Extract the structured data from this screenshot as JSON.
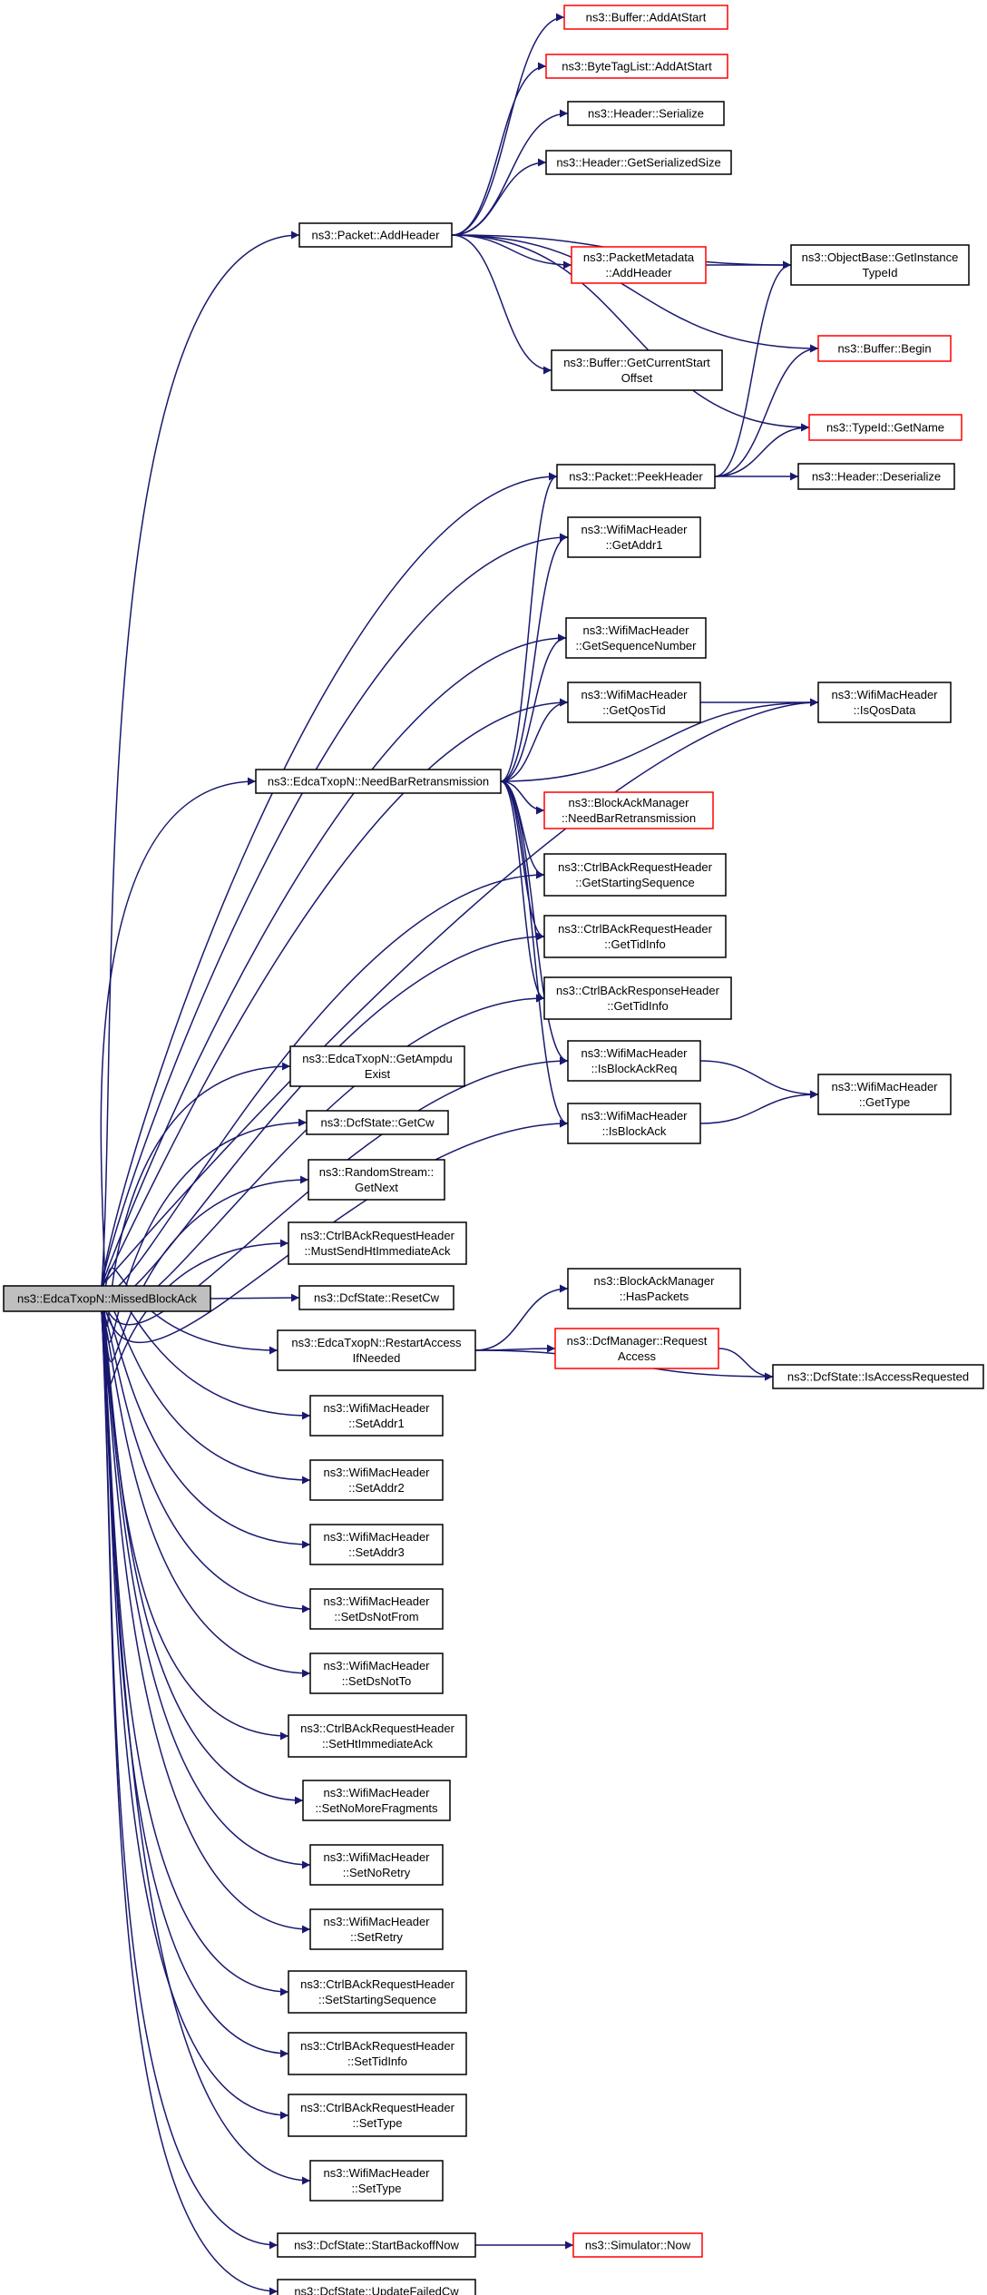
{
  "colors": {
    "edge": "#191970",
    "border_normal": "#000000",
    "border_red": "#ff0000",
    "root_fill": "#bfbfbf",
    "node_fill": "#ffffff"
  },
  "root": "ns3::EdcaTxopN::MissedBlockAck",
  "nodes": [
    {
      "id": "root",
      "lines": [
        "ns3::EdcaTxopN::MissedBlockAck"
      ],
      "style": "root"
    },
    {
      "id": "buf_addatstart",
      "lines": [
        "ns3::Buffer::AddAtStart"
      ],
      "style": "red"
    },
    {
      "id": "btl_addatstart",
      "lines": [
        "ns3::ByteTagList::AddAtStart"
      ],
      "style": "red"
    },
    {
      "id": "hdr_serialize",
      "lines": [
        "ns3::Header::Serialize"
      ],
      "style": "normal"
    },
    {
      "id": "hdr_getsersize",
      "lines": [
        "ns3::Header::GetSerializedSize"
      ],
      "style": "normal"
    },
    {
      "id": "pkt_addheader",
      "lines": [
        "ns3::Packet::AddHeader"
      ],
      "style": "normal"
    },
    {
      "id": "pm_addheader",
      "lines": [
        "ns3::PacketMetadata",
        "::AddHeader"
      ],
      "style": "red"
    },
    {
      "id": "ob_getinst",
      "lines": [
        "ns3::ObjectBase::GetInstance",
        "TypeId"
      ],
      "style": "normal"
    },
    {
      "id": "buf_begin",
      "lines": [
        "ns3::Buffer::Begin"
      ],
      "style": "red"
    },
    {
      "id": "buf_getcurstart",
      "lines": [
        "ns3::Buffer::GetCurrentStart",
        "Offset"
      ],
      "style": "normal"
    },
    {
      "id": "typeid_getname",
      "lines": [
        "ns3::TypeId::GetName"
      ],
      "style": "red"
    },
    {
      "id": "pkt_peekheader",
      "lines": [
        "ns3::Packet::PeekHeader"
      ],
      "style": "normal"
    },
    {
      "id": "hdr_deserialize",
      "lines": [
        "ns3::Header::Deserialize"
      ],
      "style": "normal"
    },
    {
      "id": "wmh_getaddr1",
      "lines": [
        "ns3::WifiMacHeader",
        "::GetAddr1"
      ],
      "style": "normal"
    },
    {
      "id": "wmh_getseqnum",
      "lines": [
        "ns3::WifiMacHeader",
        "::GetSequenceNumber"
      ],
      "style": "normal"
    },
    {
      "id": "wmh_getqostid",
      "lines": [
        "ns3::WifiMacHeader",
        "::GetQosTid"
      ],
      "style": "normal"
    },
    {
      "id": "wmh_isqosdata",
      "lines": [
        "ns3::WifiMacHeader",
        "::IsQosData"
      ],
      "style": "normal"
    },
    {
      "id": "edca_needbar",
      "lines": [
        "ns3::EdcaTxopN::NeedBarRetransmission"
      ],
      "style": "normal"
    },
    {
      "id": "bam_needbar",
      "lines": [
        "ns3::BlockAckManager",
        "::NeedBarRetransmission"
      ],
      "style": "red"
    },
    {
      "id": "cbarh_getstartseq",
      "lines": [
        "ns3::CtrlBAckRequestHeader",
        "::GetStartingSequence"
      ],
      "style": "normal"
    },
    {
      "id": "cbarh_gettidinfo",
      "lines": [
        "ns3::CtrlBAckRequestHeader",
        "::GetTidInfo"
      ],
      "style": "normal"
    },
    {
      "id": "cbaresp_gettidinfo",
      "lines": [
        "ns3::CtrlBAckResponseHeader",
        "::GetTidInfo"
      ],
      "style": "normal"
    },
    {
      "id": "wmh_isbaReq",
      "lines": [
        "ns3::WifiMacHeader",
        "::IsBlockAckReq"
      ],
      "style": "normal"
    },
    {
      "id": "wmh_gettype",
      "lines": [
        "ns3::WifiMacHeader",
        "::GetType"
      ],
      "style": "normal"
    },
    {
      "id": "wmh_isba",
      "lines": [
        "ns3::WifiMacHeader",
        "::IsBlockAck"
      ],
      "style": "normal"
    },
    {
      "id": "edca_getampdu",
      "lines": [
        "ns3::EdcaTxopN::GetAmpdu",
        "Exist"
      ],
      "style": "normal"
    },
    {
      "id": "dcf_getcw",
      "lines": [
        "ns3::DcfState::GetCw"
      ],
      "style": "normal"
    },
    {
      "id": "rs_getnext",
      "lines": [
        "ns3::RandomStream::",
        "GetNext"
      ],
      "style": "normal"
    },
    {
      "id": "cbarh_mustsend",
      "lines": [
        "ns3::CtrlBAckRequestHeader",
        "::MustSendHtImmediateAck"
      ],
      "style": "normal"
    },
    {
      "id": "dcf_resetcw",
      "lines": [
        "ns3::DcfState::ResetCw"
      ],
      "style": "normal"
    },
    {
      "id": "bam_haspackets",
      "lines": [
        "ns3::BlockAckManager",
        "::HasPackets"
      ],
      "style": "normal"
    },
    {
      "id": "edca_restart",
      "lines": [
        "ns3::EdcaTxopN::RestartAccess",
        "IfNeeded"
      ],
      "style": "normal"
    },
    {
      "id": "dcfm_reqaccess",
      "lines": [
        "ns3::DcfManager::Request",
        "Access"
      ],
      "style": "red"
    },
    {
      "id": "dcf_isaccessreq",
      "lines": [
        "ns3::DcfState::IsAccessRequested"
      ],
      "style": "normal"
    },
    {
      "id": "wmh_setaddr1",
      "lines": [
        "ns3::WifiMacHeader",
        "::SetAddr1"
      ],
      "style": "normal"
    },
    {
      "id": "wmh_setaddr2",
      "lines": [
        "ns3::WifiMacHeader",
        "::SetAddr2"
      ],
      "style": "normal"
    },
    {
      "id": "wmh_setaddr3",
      "lines": [
        "ns3::WifiMacHeader",
        "::SetAddr3"
      ],
      "style": "normal"
    },
    {
      "id": "wmh_setdsnotfrom",
      "lines": [
        "ns3::WifiMacHeader",
        "::SetDsNotFrom"
      ],
      "style": "normal"
    },
    {
      "id": "wmh_setdsnotto",
      "lines": [
        "ns3::WifiMacHeader",
        "::SetDsNotTo"
      ],
      "style": "normal"
    },
    {
      "id": "cbarh_sethtimm",
      "lines": [
        "ns3::CtrlBAckRequestHeader",
        "::SetHtImmediateAck"
      ],
      "style": "normal"
    },
    {
      "id": "wmh_setnomorefrag",
      "lines": [
        "ns3::WifiMacHeader",
        "::SetNoMoreFragments"
      ],
      "style": "normal"
    },
    {
      "id": "wmh_setnoretry",
      "lines": [
        "ns3::WifiMacHeader",
        "::SetNoRetry"
      ],
      "style": "normal"
    },
    {
      "id": "wmh_setretry",
      "lines": [
        "ns3::WifiMacHeader",
        "::SetRetry"
      ],
      "style": "normal"
    },
    {
      "id": "cbarh_setstartseq",
      "lines": [
        "ns3::CtrlBAckRequestHeader",
        "::SetStartingSequence"
      ],
      "style": "normal"
    },
    {
      "id": "cbarh_settidinfo",
      "lines": [
        "ns3::CtrlBAckRequestHeader",
        "::SetTidInfo"
      ],
      "style": "normal"
    },
    {
      "id": "cbarh_settype",
      "lines": [
        "ns3::CtrlBAckRequestHeader",
        "::SetType"
      ],
      "style": "normal"
    },
    {
      "id": "wmh_settype",
      "lines": [
        "ns3::WifiMacHeader",
        "::SetType"
      ],
      "style": "normal"
    },
    {
      "id": "dcf_startbackoff",
      "lines": [
        "ns3::DcfState::StartBackoffNow"
      ],
      "style": "normal"
    },
    {
      "id": "sim_now",
      "lines": [
        "ns3::Simulator::Now"
      ],
      "style": "red"
    },
    {
      "id": "dcf_updatefailedcw",
      "lines": [
        "ns3::DcfState::UpdateFailedCw"
      ],
      "style": "normal"
    }
  ],
  "edges": [
    [
      "root",
      "pkt_addheader"
    ],
    [
      "root",
      "pkt_peekheader"
    ],
    [
      "root",
      "wmh_isqosdata"
    ],
    [
      "root",
      "wmh_getaddr1"
    ],
    [
      "root",
      "wmh_getseqnum"
    ],
    [
      "root",
      "wmh_getqostid"
    ],
    [
      "root",
      "edca_needbar"
    ],
    [
      "root",
      "cbarh_getstartseq"
    ],
    [
      "root",
      "cbarh_gettidinfo"
    ],
    [
      "root",
      "cbaresp_gettidinfo"
    ],
    [
      "root",
      "wmh_isbaReq"
    ],
    [
      "root",
      "wmh_isba"
    ],
    [
      "root",
      "edca_getampdu"
    ],
    [
      "root",
      "dcf_getcw"
    ],
    [
      "root",
      "rs_getnext"
    ],
    [
      "root",
      "cbarh_mustsend"
    ],
    [
      "root",
      "dcf_resetcw"
    ],
    [
      "root",
      "edca_restart"
    ],
    [
      "root",
      "wmh_setaddr1"
    ],
    [
      "root",
      "wmh_setaddr2"
    ],
    [
      "root",
      "wmh_setaddr3"
    ],
    [
      "root",
      "wmh_setdsnotfrom"
    ],
    [
      "root",
      "wmh_setdsnotto"
    ],
    [
      "root",
      "cbarh_sethtimm"
    ],
    [
      "root",
      "wmh_setnomorefrag"
    ],
    [
      "root",
      "wmh_setnoretry"
    ],
    [
      "root",
      "wmh_setretry"
    ],
    [
      "root",
      "cbarh_setstartseq"
    ],
    [
      "root",
      "cbarh_settidinfo"
    ],
    [
      "root",
      "cbarh_settype"
    ],
    [
      "root",
      "wmh_settype"
    ],
    [
      "root",
      "dcf_startbackoff"
    ],
    [
      "root",
      "dcf_updatefailedcw"
    ],
    [
      "pkt_addheader",
      "buf_addatstart"
    ],
    [
      "pkt_addheader",
      "btl_addatstart"
    ],
    [
      "pkt_addheader",
      "hdr_serialize"
    ],
    [
      "pkt_addheader",
      "hdr_getsersize"
    ],
    [
      "pkt_addheader",
      "ob_getinst"
    ],
    [
      "pkt_addheader",
      "pm_addheader"
    ],
    [
      "pkt_addheader",
      "buf_begin"
    ],
    [
      "pkt_addheader",
      "buf_getcurstart"
    ],
    [
      "pkt_addheader",
      "typeid_getname"
    ],
    [
      "pm_addheader",
      "ob_getinst"
    ],
    [
      "pkt_peekheader",
      "ob_getinst"
    ],
    [
      "pkt_peekheader",
      "buf_begin"
    ],
    [
      "pkt_peekheader",
      "typeid_getname"
    ],
    [
      "pkt_peekheader",
      "hdr_deserialize"
    ],
    [
      "wmh_getqostid",
      "wmh_isqosdata"
    ],
    [
      "edca_needbar",
      "pkt_peekheader"
    ],
    [
      "edca_needbar",
      "wmh_getaddr1"
    ],
    [
      "edca_needbar",
      "wmh_getseqnum"
    ],
    [
      "edca_needbar",
      "wmh_getqostid"
    ],
    [
      "edca_needbar",
      "wmh_isqosdata"
    ],
    [
      "edca_needbar",
      "bam_needbar"
    ],
    [
      "edca_needbar",
      "cbarh_getstartseq"
    ],
    [
      "edca_needbar",
      "cbarh_gettidinfo"
    ],
    [
      "edca_needbar",
      "cbaresp_gettidinfo"
    ],
    [
      "edca_needbar",
      "wmh_isbaReq"
    ],
    [
      "edca_needbar",
      "wmh_isba"
    ],
    [
      "wmh_isbaReq",
      "wmh_gettype"
    ],
    [
      "wmh_isba",
      "wmh_gettype"
    ],
    [
      "edca_restart",
      "bam_haspackets"
    ],
    [
      "edca_restart",
      "dcfm_reqaccess"
    ],
    [
      "edca_restart",
      "dcf_isaccessreq"
    ],
    [
      "dcfm_reqaccess",
      "dcf_isaccessreq"
    ],
    [
      "dcf_startbackoff",
      "sim_now"
    ]
  ]
}
